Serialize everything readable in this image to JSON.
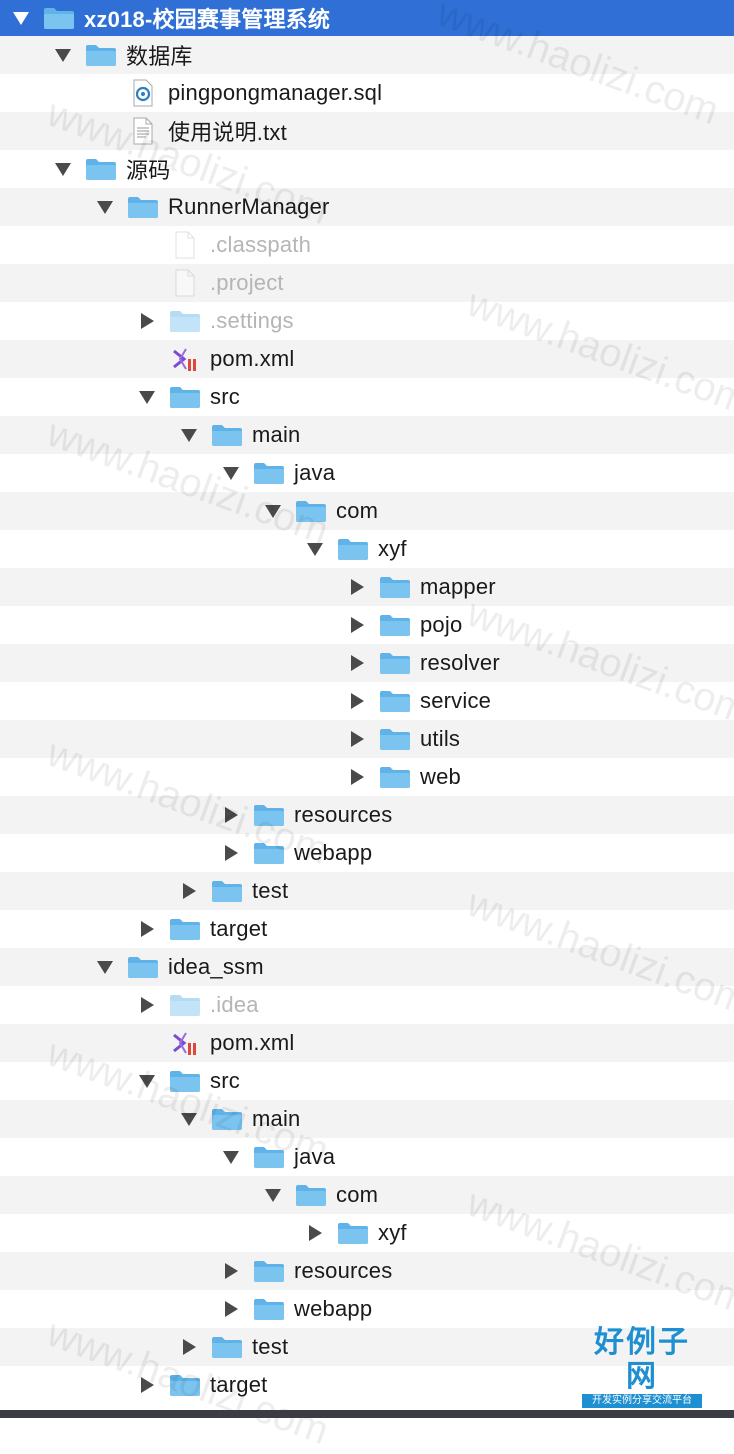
{
  "colors": {
    "selection": "#2f6fd6",
    "folder": "#5fb3e8",
    "stripe": "#f3f3f3",
    "text": "#1a1a1a",
    "dim_text": "#b5b5b5"
  },
  "tree": [
    {
      "label": "xz018-校园赛事管理系统",
      "level": 0,
      "icon": "folder-icon",
      "expanded": true,
      "selected": true
    },
    {
      "label": "数据库",
      "level": 1,
      "icon": "folder-icon",
      "expanded": true
    },
    {
      "label": "pingpongmanager.sql",
      "level": 2,
      "icon": "sql-file-icon",
      "leaf": true
    },
    {
      "label": "使用说明.txt",
      "level": 2,
      "icon": "text-file-icon",
      "leaf": true
    },
    {
      "label": "源码",
      "level": 1,
      "icon": "folder-icon",
      "expanded": true
    },
    {
      "label": "RunnerManager",
      "level": 2,
      "icon": "folder-icon",
      "expanded": true
    },
    {
      "label": ".classpath",
      "level": 3,
      "icon": "file-icon",
      "leaf": true,
      "dim": true
    },
    {
      "label": ".project",
      "level": 3,
      "icon": "file-icon",
      "leaf": true,
      "dim": true
    },
    {
      "label": ".settings",
      "level": 3,
      "icon": "folder-icon",
      "expanded": false,
      "dim": true
    },
    {
      "label": "pom.xml",
      "level": 3,
      "icon": "xml-file-icon",
      "leaf": true
    },
    {
      "label": "src",
      "level": 3,
      "icon": "folder-icon",
      "expanded": true
    },
    {
      "label": "main",
      "level": 4,
      "icon": "folder-icon",
      "expanded": true
    },
    {
      "label": "java",
      "level": 5,
      "icon": "folder-icon",
      "expanded": true
    },
    {
      "label": "com",
      "level": 6,
      "icon": "folder-icon",
      "expanded": true
    },
    {
      "label": "xyf",
      "level": 7,
      "icon": "folder-icon",
      "expanded": true
    },
    {
      "label": "mapper",
      "level": 8,
      "icon": "folder-icon",
      "expanded": false
    },
    {
      "label": "pojo",
      "level": 8,
      "icon": "folder-icon",
      "expanded": false
    },
    {
      "label": "resolver",
      "level": 8,
      "icon": "folder-icon",
      "expanded": false
    },
    {
      "label": "service",
      "level": 8,
      "icon": "folder-icon",
      "expanded": false
    },
    {
      "label": "utils",
      "level": 8,
      "icon": "folder-icon",
      "expanded": false
    },
    {
      "label": "web",
      "level": 8,
      "icon": "folder-icon",
      "expanded": false
    },
    {
      "label": "resources",
      "level": 5,
      "icon": "folder-icon",
      "expanded": false
    },
    {
      "label": "webapp",
      "level": 5,
      "icon": "folder-icon",
      "expanded": false
    },
    {
      "label": "test",
      "level": 4,
      "icon": "folder-icon",
      "expanded": false
    },
    {
      "label": "target",
      "level": 3,
      "icon": "folder-icon",
      "expanded": false
    },
    {
      "label": "idea_ssm",
      "level": 2,
      "icon": "folder-icon",
      "expanded": true
    },
    {
      "label": ".idea",
      "level": 3,
      "icon": "folder-icon",
      "expanded": false,
      "dim": true
    },
    {
      "label": "pom.xml",
      "level": 3,
      "icon": "xml-file-icon",
      "leaf": true
    },
    {
      "label": "src",
      "level": 3,
      "icon": "folder-icon",
      "expanded": true
    },
    {
      "label": "main",
      "level": 4,
      "icon": "folder-icon",
      "expanded": true
    },
    {
      "label": "java",
      "level": 5,
      "icon": "folder-icon",
      "expanded": true
    },
    {
      "label": "com",
      "level": 6,
      "icon": "folder-icon",
      "expanded": true
    },
    {
      "label": "xyf",
      "level": 7,
      "icon": "folder-icon",
      "expanded": false
    },
    {
      "label": "resources",
      "level": 5,
      "icon": "folder-icon",
      "expanded": false
    },
    {
      "label": "webapp",
      "level": 5,
      "icon": "folder-icon",
      "expanded": false
    },
    {
      "label": "test",
      "level": 4,
      "icon": "folder-icon",
      "expanded": false
    },
    {
      "label": "target",
      "level": 3,
      "icon": "folder-icon",
      "expanded": false
    }
  ],
  "watermark": {
    "text": "www.haolizi.com"
  },
  "logo": {
    "title": "好例子网",
    "subtitle": "开发实例分享交流平台"
  }
}
